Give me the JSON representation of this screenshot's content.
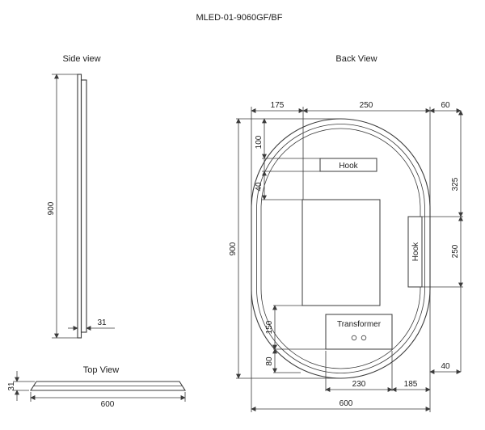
{
  "title": "MLED-01-9060GF/BF",
  "side_view": {
    "label": "Side view",
    "dim_height": "900",
    "dim_thickness": "31"
  },
  "top_view": {
    "label": "Top View",
    "dim_width": "600",
    "dim_thickness": "31"
  },
  "back_view": {
    "label": "Back View",
    "hook_top": "Hook",
    "hook_right": "Hook",
    "transformer": "Transformer",
    "dim_top_left": "175",
    "dim_top_center": "250",
    "dim_top_right": "60",
    "dim_left_upper": "100",
    "dim_left_mid": "40",
    "dim_height": "900",
    "dim_right_upper": "325",
    "dim_right_mid": "250",
    "dim_left_lower": "150",
    "dim_left_bottom": "80",
    "dim_right_bottom": "40",
    "dim_bottom_left": "230",
    "dim_bottom_right": "185",
    "dim_width": "600"
  },
  "colors": {
    "line": "#3a3a3a",
    "text": "#1c1c1c",
    "background": "#ffffff"
  }
}
